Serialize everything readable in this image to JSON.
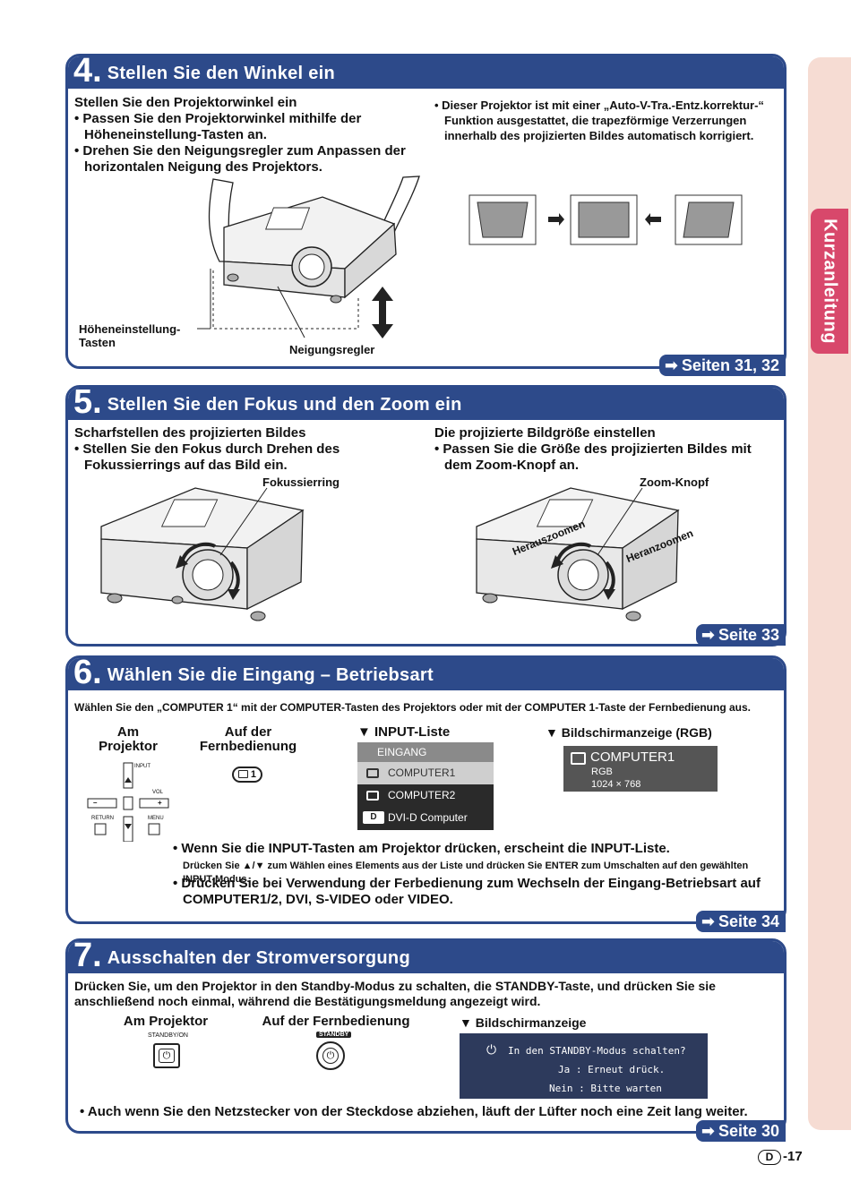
{
  "side_tab": {
    "label": "Kurzanleitung"
  },
  "page_number": {
    "badge": "D",
    "number": "-17"
  },
  "s4": {
    "num": "4.",
    "title": "Stellen Sie den Winkel ein",
    "heading": "Stellen Sie den Projektorwinkel ein",
    "b1": "Passen Sie den Projektorwinkel mithilfe der Höheneinstellung-Tasten an.",
    "b2": "Drehen Sie den Neigungsregler zum Anpassen der horizontalen Neigung des Projektors.",
    "note": "Dieser Projektor ist mit einer „Auto-V-Tra.-Entz.korrektur-“ Funktion ausgestattet, die trapezförmige Verzerrungen innerhalb des projizierten Bildes automatisch korrigiert.",
    "label_height": "Höheneinstellung-Tasten",
    "label_tilt": "Neigungsregler",
    "ref": "Seiten 31, 32"
  },
  "s5": {
    "num": "5.",
    "title": "Stellen Sie den Fokus und den Zoom ein",
    "left_heading": "Scharfstellen des projizierten Bildes",
    "left_b1": "Stellen Sie den Fokus durch Drehen des Fokussierrings auf das Bild ein.",
    "right_heading": "Die projizierte Bildgröße einstellen",
    "right_b1": "Passen Sie die Größe des projizierten Bildes mit dem Zoom-Knopf an.",
    "label_focus": "Fokussierring",
    "label_zoom": "Zoom-Knopf",
    "label_zoom_out": "Herauszoomen",
    "label_zoom_in": "Heranzoomen",
    "ref": "Seite 33"
  },
  "s6": {
    "num": "6.",
    "title": "Wählen Sie die Eingang – Betriebsart",
    "intro": "Wählen Sie den „COMPUTER 1“ mit der COMPUTER-Tasten des Projektors oder mit der COMPUTER 1-Taste der Fernbedienung aus.",
    "am_projektor": "Am Projektor",
    "auf_fern": "Auf der Fernbedienung",
    "input_list_title": "INPUT-Liste",
    "osd_title": "Bildschirmanzeige (RGB)",
    "key_input": "INPUT",
    "key_vol": "VOL",
    "key_return": "RETURN",
    "key_menu": "MENU",
    "key_minus": "–",
    "key_plus": "+",
    "remote_btn_num": "1",
    "list": {
      "header": "EINGANG",
      "items": [
        {
          "icon": "monitor-icon",
          "label": "COMPUTER1"
        },
        {
          "icon": "monitor-icon",
          "label": "COMPUTER2"
        },
        {
          "icon": "D",
          "label": "DVI-D Computer"
        }
      ]
    },
    "osd": {
      "source": "COMPUTER1",
      "signal": "RGB",
      "resolution": "1024 × 768"
    },
    "bullet1": "Wenn Sie die INPUT-Tasten am Projektor drücken, erscheint die INPUT-Liste.",
    "sub_note": "Drücken Sie ▲/▼ zum Wählen eines Elements aus der Liste und drücken Sie ENTER zum Umschalten auf den gewählten INPUT-Modus.",
    "bullet2_pre": "Drücken Sie bei Verwendung der Ferbedienung zum Wechseln der Eingang-Betriebsart auf",
    "bullet2_k1": "COMPUTER1/2",
    "bullet2_k2": "DVI",
    "bullet2_k3": "S-VIDEO",
    "bullet2_or": "oder",
    "bullet2_k4": "VIDEO",
    "ref": "Seite 34"
  },
  "s7": {
    "num": "7.",
    "title": "Ausschalten der Stromversorgung",
    "intro": "Drücken Sie, um den Projektor in den Standby-Modus zu schalten, die STANDBY-Taste, und drücken Sie sie anschließend noch einmal, während die Bestätigungsmeldung angezeigt wird.",
    "am_projektor": "Am Projektor",
    "auf_fern": "Auf der Fernbedienung",
    "osd_title": "Bildschirmanzeige",
    "key_proj": "STANDBY/ON",
    "key_remote": "STANDBY",
    "osd_line1": "In den STANDBY-Modus schalten?",
    "osd_line2": "Ja : Erneut drück.",
    "osd_line3": "Nein : Bitte warten",
    "note": "Auch wenn Sie den Netzstecker von der Steckdose abziehen, läuft der Lüfter noch eine Zeit lang weiter.",
    "ref": "Seite 30"
  },
  "colors": {
    "section_blue": "#2d4a8a",
    "tab_pink": "#d8486b",
    "strip_pink": "#f6dcd3"
  }
}
